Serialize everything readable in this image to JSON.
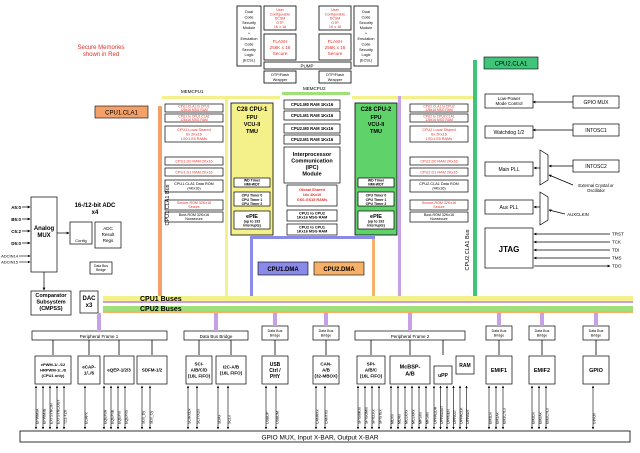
{
  "secure_note": [
    "Secure Memories",
    "shown in Red"
  ],
  "top": {
    "dcsm_left": [
      "Dual",
      "Code",
      "Security",
      "Module",
      "+",
      "Emulation",
      "Code",
      "Security",
      "Logic",
      "(ECSL)"
    ],
    "dcsm_right": [
      "Dual",
      "Code",
      "Security",
      "Module",
      "+",
      "Emulation",
      "Code",
      "Security",
      "Logic",
      "(ECSL)"
    ],
    "otp_left": [
      "User",
      "Configurable",
      "DCSM",
      "OTP",
      "1K x 16"
    ],
    "otp_right": [
      "User",
      "Configurable",
      "DCSM",
      "OTP",
      "1K x 16"
    ],
    "flash_left": [
      "FLASH",
      "256K x 16",
      "Secure"
    ],
    "flash_right": [
      "FLASH",
      "256K x 16",
      "Secure"
    ],
    "pump": "PUMP",
    "wrapper_left": [
      "OTP/Flash",
      "Wrapper"
    ],
    "wrapper_right": [
      "OTP/Flash",
      "Wrapper"
    ]
  },
  "memcpu1": "MEMCPU1",
  "memcpu2": "MEMCPU2",
  "cpu1_cla1": "CPU1.CLA1",
  "cpu2_cla1": "CPU2.CLA1",
  "cpu1_mem": {
    "cla_to_cpu": [
      "CPU1.CLA1 to CPU1",
      "128x16 MSG RAM"
    ],
    "cpu_to_cla": [
      "CPU1 to CPU1.CLA1",
      "128x16 MSG RAM"
    ],
    "local_shared": [
      "CPU1 Local Shared",
      "6x 2Kx16",
      "LS0-LS5 RAMs"
    ],
    "d0": "CPU1.D0 RAM 2Kx16",
    "d1": "CPU1.D1 RAM 2Kx16",
    "cla_rom": [
      "CPU1.CLA1 Data ROM",
      "(4Kx16)"
    ],
    "secure_rom": [
      "Secure-ROM 32Kx16",
      "Secure"
    ],
    "boot_rom": [
      "Boot-ROM 32Kx16",
      "Nonsecure"
    ]
  },
  "cpu2_mem": {
    "cla_to_cpu": [
      "CPU2.CLA1 to CPU2",
      "128x16 MSG RAM"
    ],
    "cpu_to_cla": [
      "CPU2 to CPU2.CLA1",
      "128x16 MSG RAM"
    ],
    "local_shared": [
      "CPU2 Local Shared",
      "6x 2Kx16",
      "LS0-LS5 RAMs"
    ],
    "d0": "CPU2.D0 RAM 2Kx16",
    "d1": "CPU2.D1 RAM 2Kx16",
    "cla_rom": [
      "CPU2.CLA1 Data ROM",
      "(4Kx16)"
    ],
    "secure_rom": [
      "Secure-ROM 32Kx16",
      "Secure"
    ],
    "boot_rom": [
      "Boot-ROM 32Kx16",
      "Nonsecure"
    ]
  },
  "cpu1_core": {
    "title": [
      "C28 CPU-1",
      "FPU",
      "VCU-II",
      "TMU"
    ],
    "wd": [
      "WD Timer",
      "NMI-WDT"
    ],
    "timers": [
      "CPU Timer 0",
      "CPU Timer 1",
      "CPU Timer 2"
    ],
    "epie": [
      "ePIE",
      "(up to 192",
      "interrupts)"
    ]
  },
  "cpu2_core": {
    "title": [
      "C28 CPU-2",
      "FPU",
      "VCU-II",
      "TMU"
    ],
    "wd": [
      "WD Timer",
      "NMI-WDT"
    ],
    "timers": [
      "CPU Timer 0",
      "CPU Timer 1",
      "CPU Timer 2"
    ],
    "epie": [
      "ePIE",
      "(up to 192",
      "interrupts)"
    ]
  },
  "center": {
    "ram_m0_1": "CPU1.M0 RAM 1Kx16",
    "ram_m1_1": "CPU1.M1 RAM 1Kx16",
    "ram_m0_2": "CPU2.M0 RAM 1Kx16",
    "ram_m1_2": "CPU2.M1 RAM 1Kx16",
    "ipc": [
      "Interprocessor",
      "Communication",
      "(IPC)",
      "Module"
    ],
    "global_shared": [
      "Global Shared",
      "16x 4Kx16",
      "GS0-GS15 RAMs"
    ],
    "msg_1to2": [
      "CPU1 to CPU2",
      "1Kx16 MSG RAM"
    ],
    "msg_2to1": [
      "CPU2 to CPU1",
      "1Kx16 MSG RAM"
    ]
  },
  "dma1": "CPU1.DMA",
  "dma2": "CPU2.DMA",
  "cla1_bus": "CPU1.CLA1 Bus",
  "cla2_bus": "CPU2.CLA1 Bus",
  "analog": {
    "channels": [
      "A5:0",
      "B5:0",
      "C5:2",
      "D5:0"
    ],
    "adcin": [
      "ADCIN14",
      "ADCIN15"
    ],
    "mux": [
      "Analog",
      "MUX"
    ],
    "adc_title": [
      "16-/12-bit ADC",
      "x4"
    ],
    "config": "Config",
    "result": [
      "ADC",
      "Result",
      "Regs"
    ],
    "bridge": [
      "Data Bus",
      "Bridge"
    ],
    "cmpss": [
      "Comparator",
      "Subsystem",
      "(CMPSS)"
    ],
    "dac": [
      "DAC",
      "x3"
    ]
  },
  "cpu1_buses": "CPU1 Buses",
  "cpu2_buses": "CPU2 Buses",
  "frame1": "Peripheral Frame 1",
  "frame2": "Peripheral Frame 2",
  "bridge_label": "Data Bus Bridge",
  "bridge_short": [
    "Data Bus",
    "Bridge"
  ],
  "peripherals": {
    "epwm": [
      "ePWM-1/../12",
      "HRPWM-1/../8",
      "(CPU1 only)"
    ],
    "ecap": [
      "eCAP-",
      "1/../6"
    ],
    "eqep": "eQEP-1/2/3",
    "sdfm": "SDFM-1/2",
    "sci": [
      "SCI-",
      "A/B/C/D",
      "(16L FIFO)"
    ],
    "i2c": [
      "I2C-A/B",
      "(16L FIFO)"
    ],
    "usb": [
      "USB",
      "Ctrl /",
      "PHY"
    ],
    "can": [
      "CAN-",
      "A/B",
      "(32-MBOX)"
    ],
    "spi": [
      "SPI-",
      "A/B/C",
      "(16L FIFO)"
    ],
    "mcbsp": [
      "McBSP-",
      "A/B"
    ],
    "upp": "uPP",
    "ram": "RAM",
    "emif1": "EMIF1",
    "emif2": "EMIF2",
    "gpio": "GPIO"
  },
  "right": {
    "lpm": [
      "Low-Power",
      "Mode Control"
    ],
    "gpio_mux": "GPIO MUX",
    "watchdog": "Watchdog 1/2",
    "intosc1": "INTOSC1",
    "main_pll": "Main PLL",
    "intosc2": "INTOSC2",
    "external": [
      "External Crystal or",
      "Oscillator"
    ],
    "aux_pll": "Aux PLL",
    "auxclkin": "AUXCLKIN",
    "jtag": "JTAG",
    "jtag_pins": [
      "TRST",
      "TCK",
      "TDI",
      "TMS",
      "TDO"
    ]
  },
  "pins": {
    "epwm": [
      "EPWMxA",
      "EPWMxB",
      "EXTSYNCIN",
      "EXTSYNCOUT",
      "TZ1-TZ6"
    ],
    "ecap": [
      "ECAPx"
    ],
    "eqep": [
      "EQEPxA",
      "EQEPxB",
      "EQEPxI",
      "EQEPxS"
    ],
    "sdfm": [
      "SDx_Dy",
      "SDx_Cy"
    ],
    "sci": [
      "SCIRXDx",
      "SCITXDx"
    ],
    "i2c": [
      "SDAx",
      "SCLx"
    ],
    "usb": [
      "USBDP",
      "USBDM"
    ],
    "can": [
      "CANRXx",
      "CANTXx"
    ],
    "spi": [
      "SPISIMOx",
      "SPISOMIx",
      "SPICLKx",
      "SPISTEx"
    ],
    "mcbsp": [
      "MDXx",
      "MDRx",
      "MCLKXx",
      "MCLKRx",
      "MFSXx",
      "MFSRx"
    ],
    "upp": [
      "UPPADDR",
      "UPPAWAIT",
      "UPPBEN",
      "UPPAST",
      "UPPACLK",
      "UPPAWT"
    ],
    "emif1": [
      "EM1Dx",
      "EM1Ax",
      "EM1CTLx"
    ],
    "emif2": [
      "EM2Dx",
      "EM2Ax",
      "EM2CTLx"
    ],
    "gpio": [
      "GPIOn"
    ]
  },
  "gpio_bar": "GPIO MUX, Input X-BAR, Output X-BAR",
  "colors": {
    "secure_red": "#e0312a",
    "cpu1_yellow": "#f4f08a",
    "cpu2_green": "#5fd36a",
    "cla_orange": "#f3a069",
    "dma_blue": "#8a8ae8",
    "dma_orange": "#f7b067",
    "memcpu2_green": "#9fe07a",
    "cpu2_bus_purple": "#c7a0e5",
    "cla2_bus_green": "#3fc47a"
  }
}
